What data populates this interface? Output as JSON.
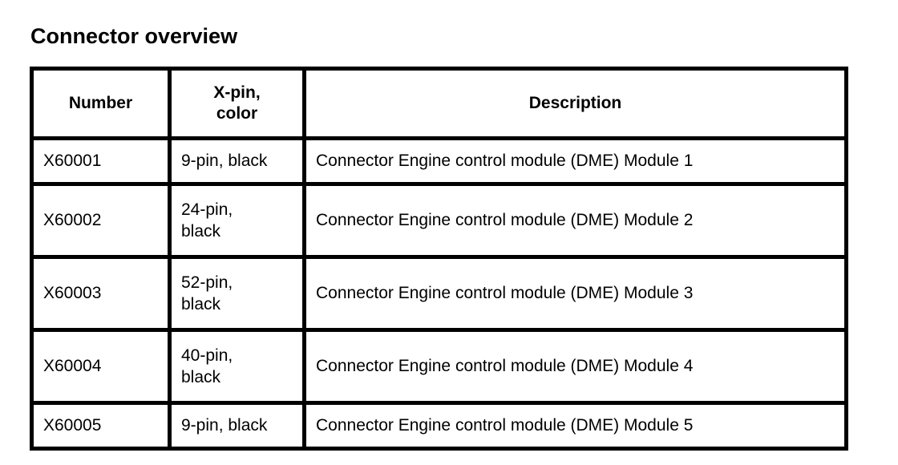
{
  "page": {
    "title": "Connector overview"
  },
  "table": {
    "headers": {
      "number": "Number",
      "pin_color": "X-pin,\ncolor",
      "description": "Description"
    },
    "rows": [
      {
        "number": "X60001",
        "pin_color": "9-pin, black",
        "description": "Connector Engine control module (DME) Module 1"
      },
      {
        "number": "X60002",
        "pin_color": "24-pin,\nblack",
        "description": "Connector Engine control module (DME) Module 2"
      },
      {
        "number": "X60003",
        "pin_color": "52-pin,\nblack",
        "description": "Connector Engine control module (DME) Module 3"
      },
      {
        "number": "X60004",
        "pin_color": "40-pin,\nblack",
        "description": "Connector Engine control module (DME) Module 4"
      },
      {
        "number": "X60005",
        "pin_color": "9-pin, black",
        "description": "Connector Engine control module (DME) Module 5"
      }
    ]
  },
  "colors": {
    "border": "#000000",
    "text": "#000000",
    "background": "#ffffff"
  }
}
